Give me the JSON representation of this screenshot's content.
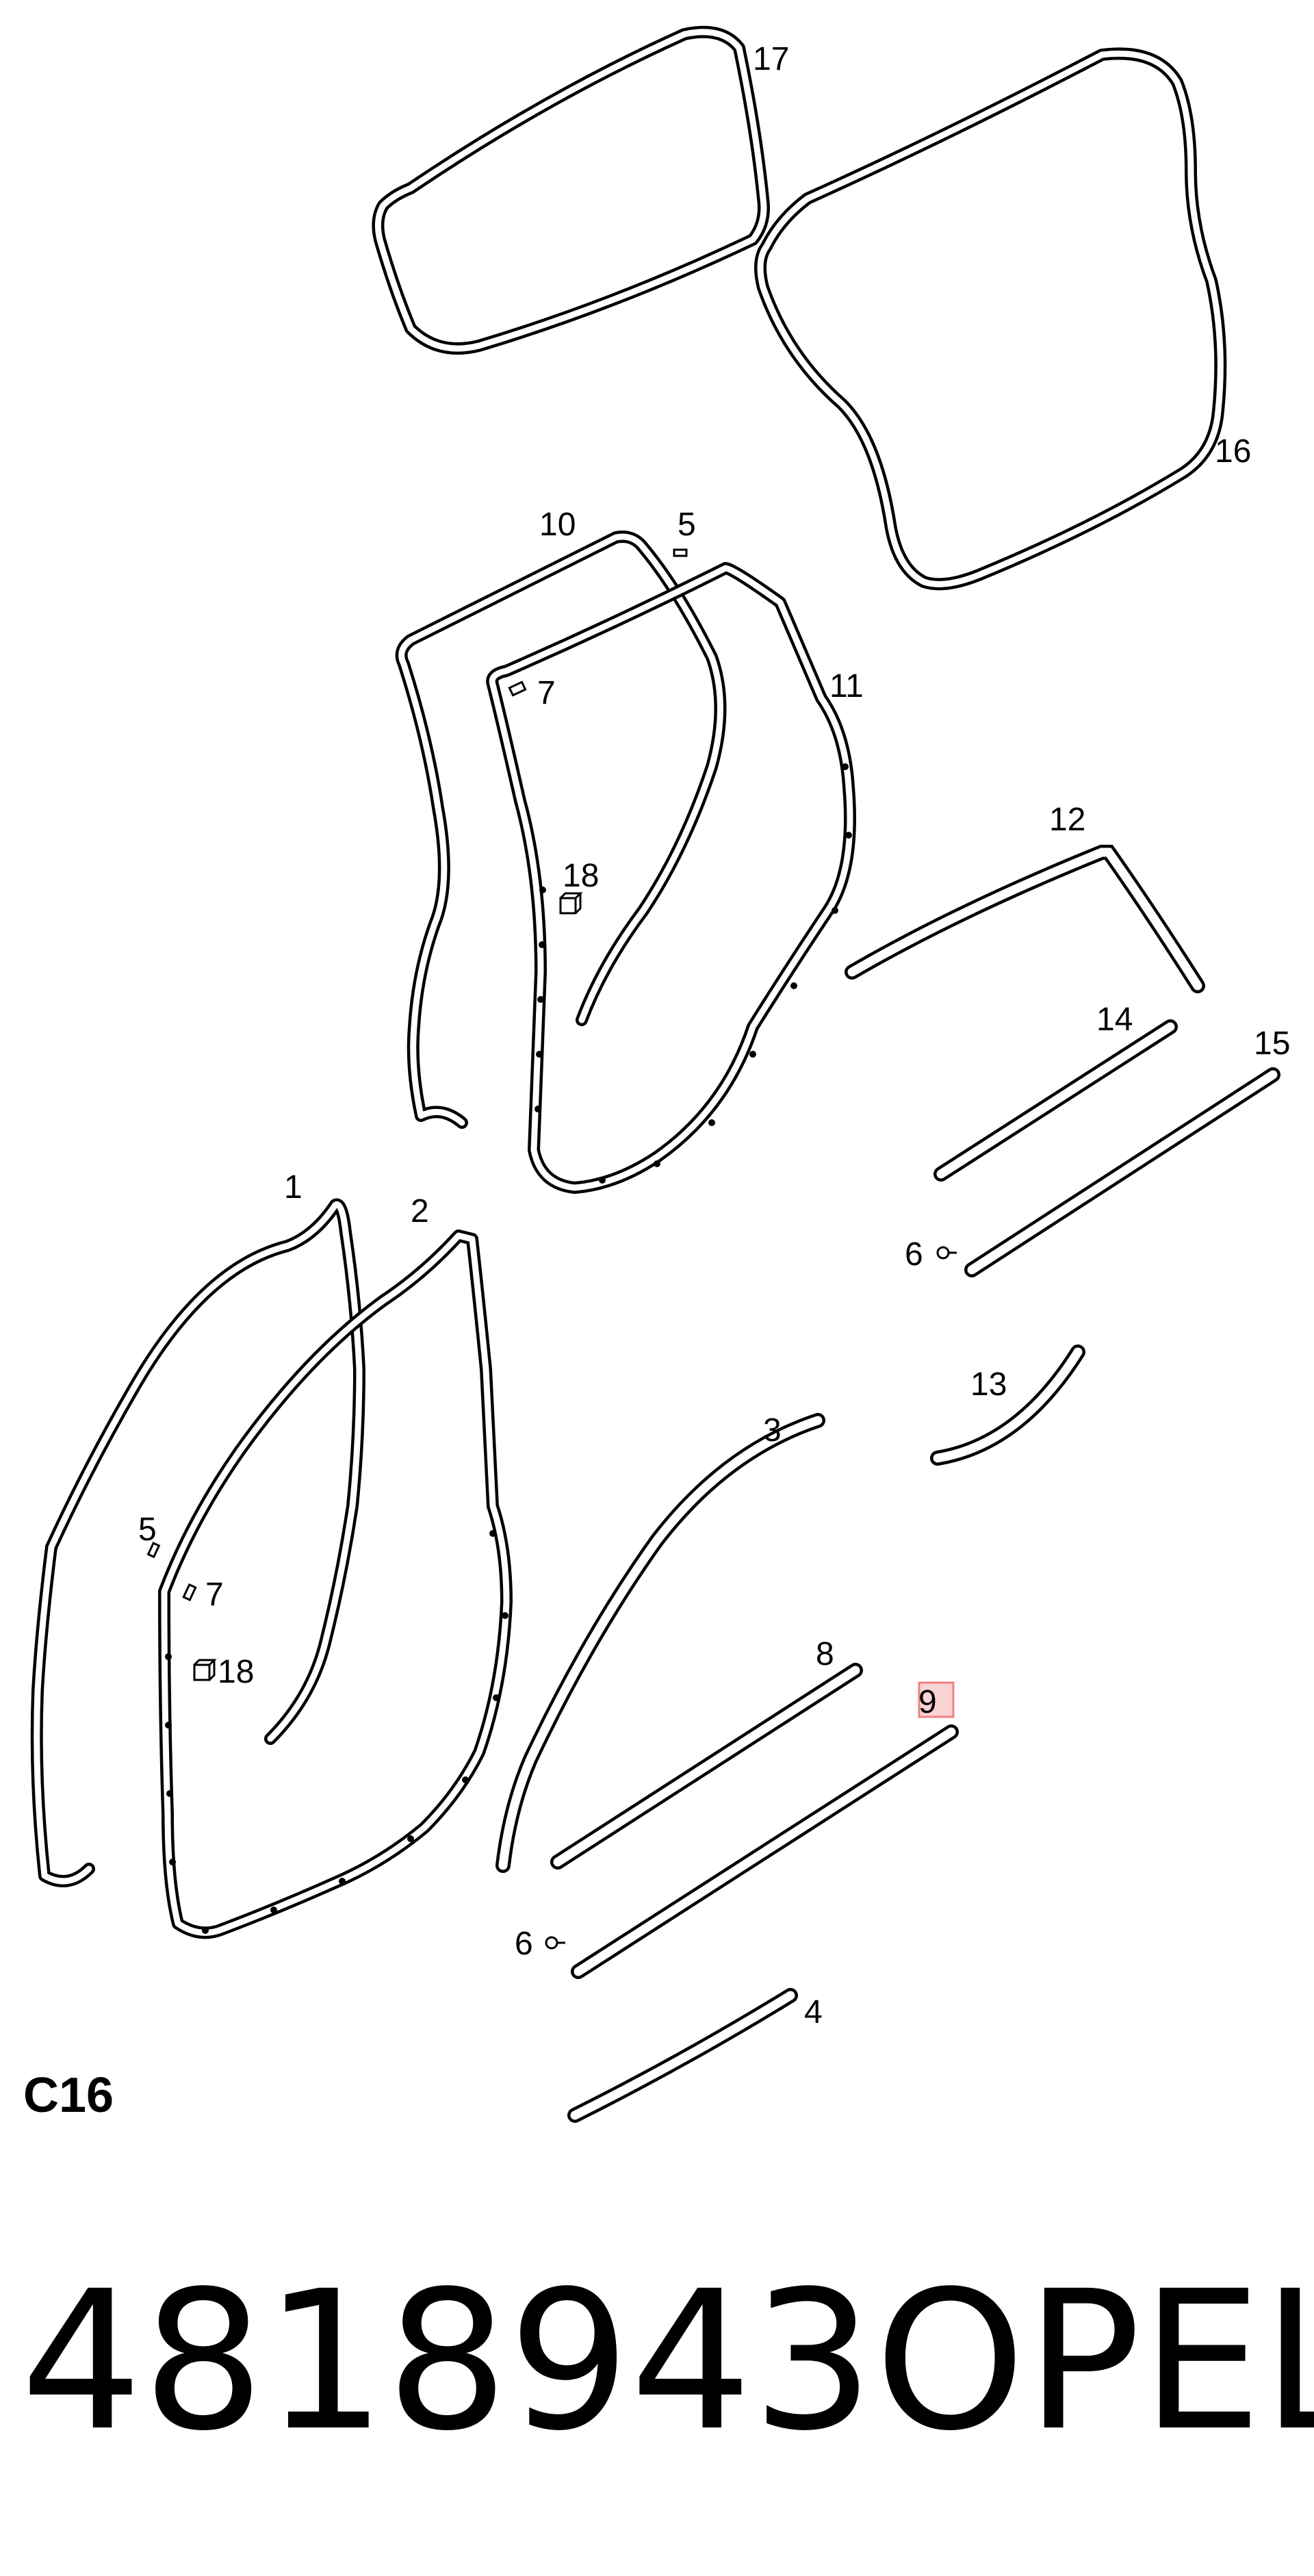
{
  "diagram": {
    "section": "C16",
    "labels": {
      "p1": "1",
      "p2": "2",
      "p3": "3",
      "p4": "4",
      "p5a": "5",
      "p5b": "5",
      "p6a": "6",
      "p6b": "6",
      "p7a": "7",
      "p7b": "7",
      "p8": "8",
      "p9": "9",
      "p10": "10",
      "p11": "11",
      "p12": "12",
      "p13": "13",
      "p14": "14",
      "p15": "15",
      "p16": "16",
      "p17": "17",
      "p18a": "18",
      "p18b": "18"
    },
    "highlight_color": "#f08080"
  },
  "footer": {
    "part_number": "4818943",
    "brand": "OPEL"
  }
}
